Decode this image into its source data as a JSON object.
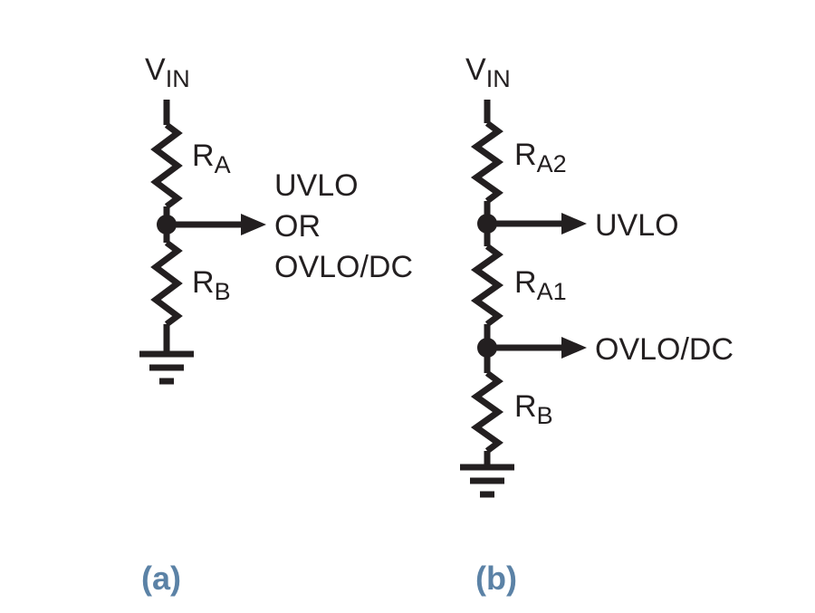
{
  "circuit_a": {
    "supply_main": "V",
    "supply_sub": "IN",
    "r_top_main": "R",
    "r_top_sub": "A",
    "r_bottom_main": "R",
    "r_bottom_sub": "B",
    "output_lines": [
      "UVLO",
      "OR",
      "OVLO/DC"
    ],
    "caption": "(a)"
  },
  "circuit_b": {
    "supply_main": "V",
    "supply_sub": "IN",
    "r_top_main": "R",
    "r_top_sub": "A2",
    "r_mid_main": "R",
    "r_mid_sub": "A1",
    "r_bottom_main": "R",
    "r_bottom_sub": "B",
    "output_top": "UVLO",
    "output_bottom": "OVLO/DC",
    "caption": "(b)"
  },
  "colors": {
    "line": "#231f20",
    "caption": "#5b82a6",
    "background": "#ffffff"
  }
}
